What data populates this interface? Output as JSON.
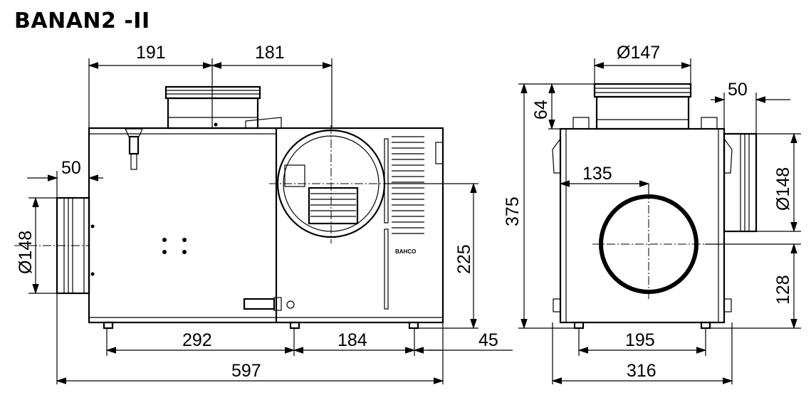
{
  "title": "BANAN2 -II",
  "dims": {
    "top_left": "191",
    "top_right": "181",
    "left_inlet_len": "50",
    "left_diameter": "Ø148",
    "height_225": "225",
    "bottom_292": "292",
    "bottom_184": "184",
    "bottom_45": "45",
    "total_597": "597",
    "side_top_diameter": "Ø147",
    "side_64": "64",
    "side_50": "50",
    "side_375": "375",
    "side_135": "135",
    "side_diameter_148": "Ø148",
    "side_128": "128",
    "side_195": "195",
    "side_316": "316"
  },
  "logo_text": "BAHCO"
}
